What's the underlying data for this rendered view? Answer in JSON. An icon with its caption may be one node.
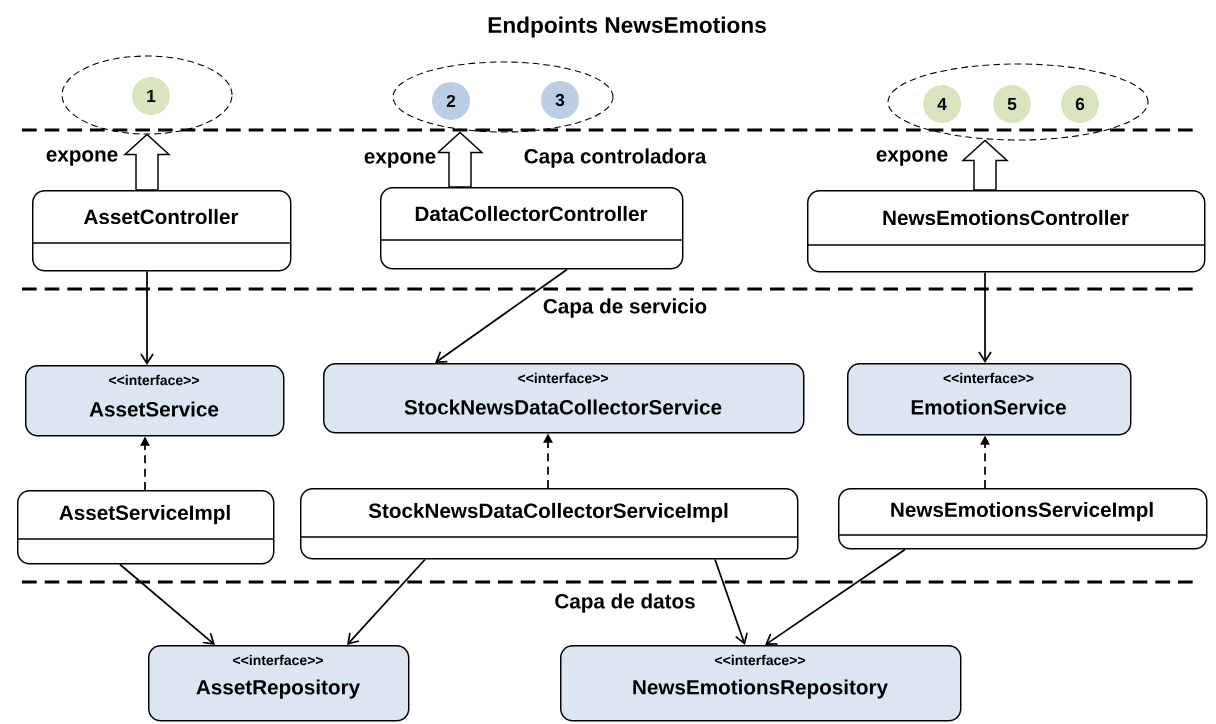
{
  "diagram": {
    "title": "Endpoints NewsEmotions",
    "nodes": [
      {
        "text": [],
        "shape": "ellipse"
      },
      {
        "text": [
          "1"
        ],
        "in": 0
      },
      {
        "text": [],
        "shape": "ellipse"
      },
      {
        "text": [
          "2"
        ],
        "in": 2
      },
      {
        "text": [
          "3"
        ],
        "in": 2
      },
      {
        "text": [],
        "shape": "ellipse"
      },
      {
        "text": [
          "4"
        ],
        "in": 5
      },
      {
        "text": [
          "5"
        ],
        "in": 5
      },
      {
        "text": [
          "6"
        ],
        "in": 5
      },
      {
        "text": [
          "AssetController"
        ]
      },
      {
        "text": [
          "DataCollectorController"
        ]
      },
      {
        "text": [
          "NewsEmotionsController"
        ]
      },
      {
        "text": [
          "<<interface>>",
          "AssetService"
        ]
      },
      {
        "text": [
          "<<interface>>",
          "StockNewsDataCollectorService"
        ]
      },
      {
        "text": [
          "<<interface>>",
          "EmotionService"
        ]
      },
      {
        "text": [
          "AssetServiceImpl"
        ]
      },
      {
        "text": [
          "StockNewsDataCollectorServiceImpl"
        ]
      },
      {
        "text": [
          "NewsEmotionsServiceImpl"
        ]
      },
      {
        "text": [
          "<<interface>>",
          "AssetRepository"
        ]
      },
      {
        "text": [
          "<<interface>>",
          "NewsEmotionsRepository"
        ]
      }
    ],
    "edges": [
      {
        "from": 9,
        "to": 0,
        "arrow": "to",
        "label": "expone",
        "style": "thick"
      },
      {
        "from": 10,
        "to": 2,
        "arrow": "to",
        "label": "expone",
        "style": "thick"
      },
      {
        "from": 11,
        "to": 5,
        "arrow": "to",
        "label": "expone",
        "style": "thick"
      },
      {
        "from": 9,
        "to": 12,
        "arrow": "to"
      },
      {
        "from": 10,
        "to": 13,
        "arrow": "to"
      },
      {
        "from": 11,
        "to": 14,
        "arrow": "to"
      },
      {
        "from": 15,
        "to": 12,
        "arrow": "to",
        "style": "dashed"
      },
      {
        "from": 16,
        "to": 13,
        "arrow": "to",
        "style": "dashed"
      },
      {
        "from": 17,
        "to": 14,
        "arrow": "to",
        "style": "dashed"
      },
      {
        "from": 15,
        "to": 18,
        "arrow": "to"
      },
      {
        "from": 16,
        "to": 18,
        "arrow": "to"
      },
      {
        "from": 16,
        "to": 19,
        "arrow": "to"
      },
      {
        "from": 17,
        "to": 19,
        "arrow": "to"
      }
    ],
    "labels": [
      "Capa controladora",
      "Capa de servicio",
      "Capa de datos"
    ]
  }
}
